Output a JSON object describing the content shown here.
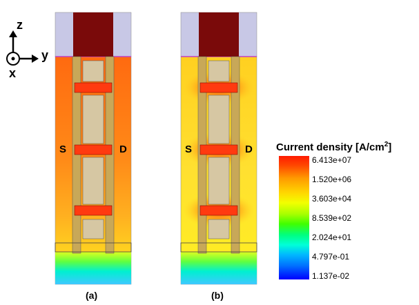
{
  "axes": {
    "z": "z",
    "y": "y",
    "x": "x"
  },
  "panel_a": {
    "caption": "(a)",
    "source": "S",
    "drain": "D"
  },
  "panel_b": {
    "caption": "(b)",
    "source": "S",
    "drain": "D"
  },
  "colorbar": {
    "title": "Current density [A/cm",
    "title_sup": "2",
    "title_end": "]",
    "ticks": [
      "6.413e+07",
      "1.520e+06",
      "3.603e+04",
      "8.539e+02",
      "2.024e+01",
      "4.797e-01",
      "1.137e-02"
    ]
  },
  "colors": {
    "gate": "#7a0a0a",
    "cap": "#c8c8e6",
    "pillar": "#d6c7a3",
    "hot": "#ff3a10"
  }
}
